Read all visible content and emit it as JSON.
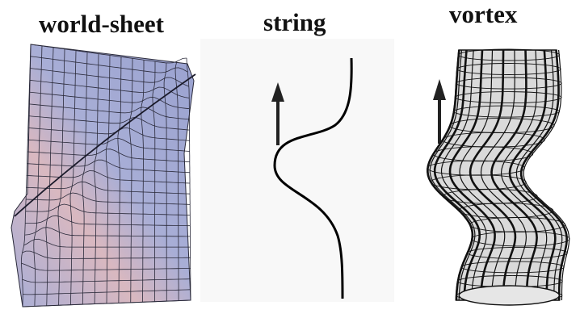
{
  "labels": {
    "world_sheet": "world-sheet",
    "string": "string",
    "vortex": "vortex"
  },
  "colors": {
    "sheet_fill": "#a8aed6",
    "sheet_ridge_tint": "#d9b8c0",
    "mesh_line": "#2a2a3a",
    "string_line": "#000000",
    "arrow": "#222222",
    "tube_fill": "#d8d8d8",
    "tube_line": "#111111"
  },
  "panels": [
    {
      "id": "world-sheet",
      "content": "mesh surface with diagonal ridge"
    },
    {
      "id": "string",
      "content": "curve with bulge, upward arrow"
    },
    {
      "id": "vortex",
      "content": "wireframe tube with bulge, upward arrow"
    }
  ]
}
